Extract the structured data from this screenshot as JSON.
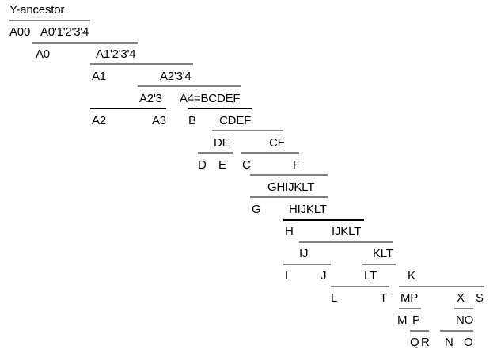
{
  "title": "Y-ancestor",
  "nodes": {
    "a00": "A00",
    "a0_1234": "A0'1'2'3'4",
    "a0": "A0",
    "a1_234": "A1'2'3'4",
    "a1": "A1",
    "a2_34": "A2'3'4",
    "a2_3": "A2'3",
    "a4_bcdef": "A4=BCDEF",
    "a2": "A2",
    "a3": "A3",
    "b": "B",
    "cdef": "CDEF",
    "de": "DE",
    "cf": "CF",
    "d": "D",
    "e": "E",
    "c": "C",
    "f": "F",
    "ghijklt": "GHIJKLT",
    "g": "G",
    "hijklt": "HIJKLT",
    "h": "H",
    "ijklt": "IJKLT",
    "ij": "IJ",
    "klt": "KLT",
    "i": "I",
    "j": "J",
    "lt": "LT",
    "k": "K",
    "l": "L",
    "t": "T",
    "mp": "MP",
    "x": "X",
    "s": "S",
    "m": "M",
    "p": "P",
    "no": "NO",
    "q": "Q",
    "r": "R",
    "n": "N",
    "o": "O"
  }
}
